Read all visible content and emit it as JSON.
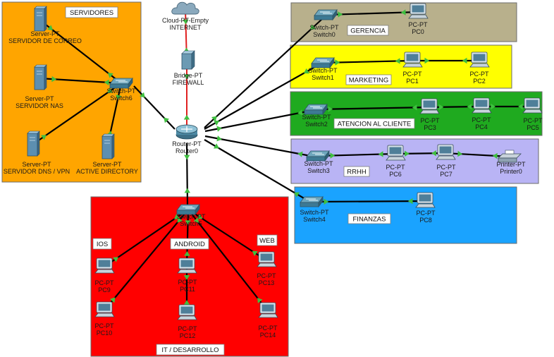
{
  "colors": {
    "servidores": "#ffa500",
    "gerencia": "#b8b08c",
    "marketing": "#ffff00",
    "atencion": "#1faa1f",
    "rrhh": "#b9b4f5",
    "finanzas": "#1aa3ff",
    "it": "#ff0000",
    "cable": "#000000",
    "cable_fw": "#e02020",
    "link_up": "#3fbf3f"
  },
  "zones": [
    {
      "id": "servidores",
      "label": "SERVIDORES"
    },
    {
      "id": "gerencia",
      "label": "GERENCIA"
    },
    {
      "id": "marketing",
      "label": "MARKETING"
    },
    {
      "id": "atencion",
      "label": "ATENCION AL CLIENTE"
    },
    {
      "id": "rrhh",
      "label": "RRHH"
    },
    {
      "id": "finanzas",
      "label": "FINANZAS"
    },
    {
      "id": "it",
      "label": "IT / DESARROLLO"
    },
    {
      "id": "ios",
      "label": "IOS"
    },
    {
      "id": "android",
      "label": "ANDROID"
    },
    {
      "id": "web",
      "label": "WEB"
    }
  ],
  "devices": [
    {
      "id": "cloud",
      "type": "cloud",
      "line1": "Cloud-PT-Empty",
      "line2": "INTERNET"
    },
    {
      "id": "fw",
      "type": "bridge",
      "line1": "Bridge-PT",
      "line2": "FIREWALL"
    },
    {
      "id": "router0",
      "type": "router",
      "line1": "Router-PT",
      "line2": "Router0"
    },
    {
      "id": "switch6",
      "type": "switch",
      "line1": "Switch-PT",
      "line2": "Switch6"
    },
    {
      "id": "srv_mail",
      "type": "server",
      "line1": "Server-PT",
      "line2": "SERVIDOR DE CORREO"
    },
    {
      "id": "srv_nas",
      "type": "server",
      "line1": "Server-PT",
      "line2": "SERVIDOR NAS"
    },
    {
      "id": "srv_dns",
      "type": "server",
      "line1": "Server-PT",
      "line2": "SERVIDOR DNS / VPN"
    },
    {
      "id": "srv_ad",
      "type": "server",
      "line1": "Server-PT",
      "line2": "ACTIVE DIRECTORY"
    },
    {
      "id": "switch0",
      "type": "switch",
      "line1": "Switch-PT",
      "line2": "Switch0"
    },
    {
      "id": "pc0",
      "type": "pc",
      "line1": "PC-PT",
      "line2": "PC0"
    },
    {
      "id": "switch1",
      "type": "switch",
      "line1": "Switch-PT",
      "line2": "Switch1"
    },
    {
      "id": "pc1",
      "type": "pc",
      "line1": "PC-PT",
      "line2": "PC1"
    },
    {
      "id": "pc2",
      "type": "pc",
      "line1": "PC-PT",
      "line2": "PC2"
    },
    {
      "id": "switch2",
      "type": "switch",
      "line1": "Switch-PT",
      "line2": "Switch2"
    },
    {
      "id": "pc3",
      "type": "pc",
      "line1": "PC-PT",
      "line2": "PC3"
    },
    {
      "id": "pc4",
      "type": "pc",
      "line1": "PC-PT",
      "line2": "PC4"
    },
    {
      "id": "pc5",
      "type": "pc",
      "line1": "PC-PT",
      "line2": "PC5"
    },
    {
      "id": "switch3",
      "type": "switch",
      "line1": "Switch-PT",
      "line2": "Switch3"
    },
    {
      "id": "pc6",
      "type": "pc",
      "line1": "PC-PT",
      "line2": "PC6"
    },
    {
      "id": "pc7",
      "type": "pc",
      "line1": "PC-PT",
      "line2": "PC7"
    },
    {
      "id": "printer0",
      "type": "printer",
      "line1": "Printer-PT",
      "line2": "Printer0"
    },
    {
      "id": "switch4",
      "type": "switch",
      "line1": "Switch-PT",
      "line2": "Switch4"
    },
    {
      "id": "pc8",
      "type": "pc",
      "line1": "PC-PT",
      "line2": "PC8"
    },
    {
      "id": "switch5",
      "type": "switch",
      "line1": "Switch-PT",
      "line2": "Switch5"
    },
    {
      "id": "pc9",
      "type": "pc",
      "line1": "PC-PT",
      "line2": "PC9"
    },
    {
      "id": "pc10",
      "type": "pc",
      "line1": "PC-PT",
      "line2": "PC10"
    },
    {
      "id": "pc11",
      "type": "pc",
      "line1": "PC-PT",
      "line2": "PC11"
    },
    {
      "id": "pc12",
      "type": "pc",
      "line1": "PC-PT",
      "line2": "PC12"
    },
    {
      "id": "pc13",
      "type": "pc",
      "line1": "PC-PT",
      "line2": "PC13"
    },
    {
      "id": "pc14",
      "type": "pc",
      "line1": "PC-PT",
      "line2": "PC14"
    }
  ],
  "links": [
    {
      "a": "cloud",
      "b": "fw",
      "kind": "fw"
    },
    {
      "a": "fw",
      "b": "router0",
      "kind": "fw"
    },
    {
      "a": "router0",
      "b": "switch6",
      "kind": "lan"
    },
    {
      "a": "switch6",
      "b": "srv_mail",
      "kind": "lan"
    },
    {
      "a": "switch6",
      "b": "srv_nas",
      "kind": "lan"
    },
    {
      "a": "switch6",
      "b": "srv_dns",
      "kind": "lan"
    },
    {
      "a": "switch6",
      "b": "srv_ad",
      "kind": "lan"
    },
    {
      "a": "router0",
      "b": "switch0",
      "kind": "lan"
    },
    {
      "a": "router0",
      "b": "switch1",
      "kind": "lan"
    },
    {
      "a": "router0",
      "b": "switch2",
      "kind": "lan"
    },
    {
      "a": "router0",
      "b": "switch3",
      "kind": "lan"
    },
    {
      "a": "router0",
      "b": "switch4",
      "kind": "lan"
    },
    {
      "a": "router0",
      "b": "switch5",
      "kind": "lan"
    },
    {
      "a": "switch0",
      "b": "pc0",
      "kind": "lan"
    },
    {
      "a": "switch1",
      "b": "pc1",
      "kind": "lan"
    },
    {
      "a": "pc1",
      "b": "pc2",
      "kind": "lan"
    },
    {
      "a": "switch2",
      "b": "pc3",
      "kind": "lan"
    },
    {
      "a": "pc3",
      "b": "pc4",
      "kind": "lan"
    },
    {
      "a": "pc4",
      "b": "pc5",
      "kind": "lan"
    },
    {
      "a": "switch3",
      "b": "pc6",
      "kind": "lan"
    },
    {
      "a": "pc6",
      "b": "pc7",
      "kind": "lan"
    },
    {
      "a": "pc7",
      "b": "printer0",
      "kind": "lan"
    },
    {
      "a": "switch4",
      "b": "pc8",
      "kind": "lan"
    },
    {
      "a": "switch5",
      "b": "pc9",
      "kind": "lan"
    },
    {
      "a": "switch5",
      "b": "pc10",
      "kind": "lan"
    },
    {
      "a": "switch5",
      "b": "pc11",
      "kind": "lan"
    },
    {
      "a": "switch5",
      "b": "pc13",
      "kind": "lan"
    },
    {
      "a": "switch5",
      "b": "pc14",
      "kind": "lan"
    },
    {
      "a": "pc11",
      "b": "pc12",
      "kind": "lan"
    }
  ]
}
